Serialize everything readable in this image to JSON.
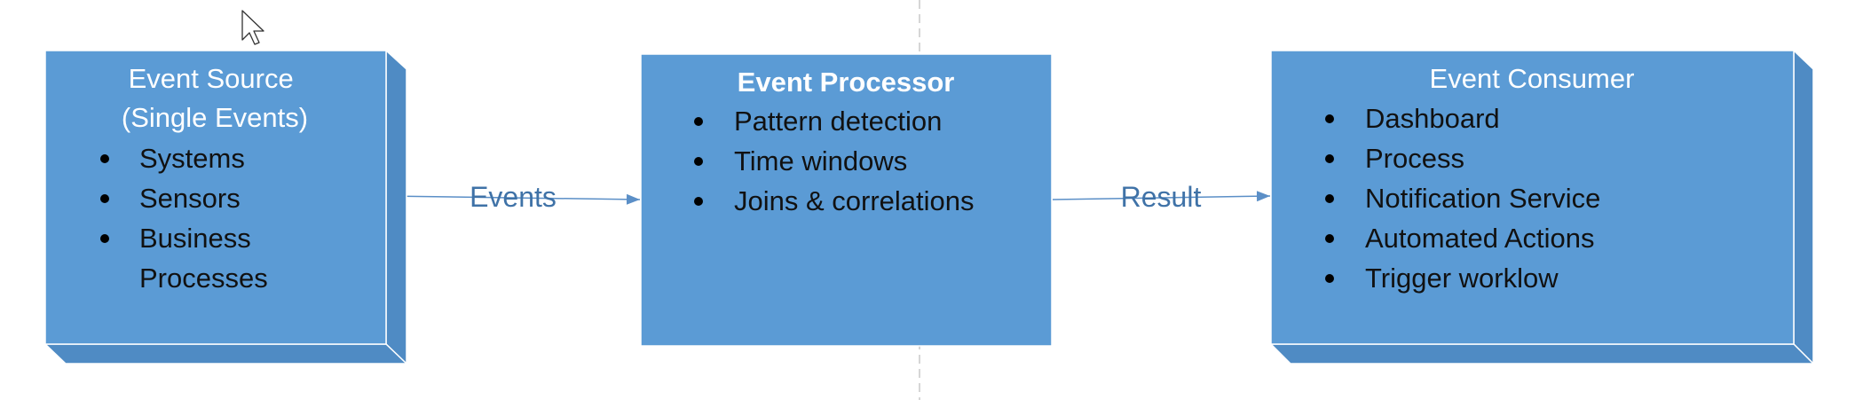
{
  "source": {
    "title_lines": [
      "Event Source",
      "(Single Events)"
    ],
    "items": [
      "Systems",
      "Sensors",
      "Business",
      "Processes"
    ]
  },
  "processor": {
    "title": "Event Processor",
    "items": [
      "Pattern detection",
      "Time windows",
      "Joins & correlations"
    ]
  },
  "consumer": {
    "title": "Event Consumer",
    "items": [
      "Dashboard",
      "Process",
      "Notification Service",
      "Automated Actions",
      "Trigger worklow"
    ]
  },
  "connectors": {
    "events_label": "Events",
    "result_label": "Result"
  },
  "colors": {
    "box_face": "#5b9bd5",
    "box_depth": "#4f8bc4",
    "box_edge": "#ffffff",
    "connector": "#5b8fc7",
    "connector_label": "#3f72a7",
    "divider": "#c8c8c8"
  },
  "icons": {
    "cursor": "mouse-pointer-icon"
  }
}
